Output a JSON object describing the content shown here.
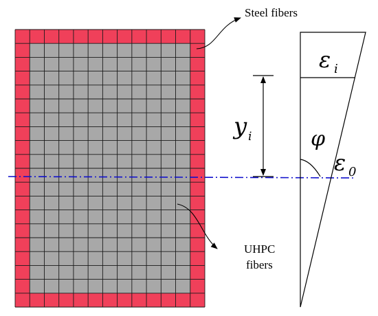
{
  "labels": {
    "steel_fibers": "Steel fibers",
    "uhpc_line1": "UHPC",
    "uhpc_line2": "fibers"
  },
  "symbols": {
    "strain_i": "ε",
    "strain_i_sub": "i",
    "y": "y",
    "y_sub": "i",
    "curvature": "φ",
    "strain_0": "ε",
    "strain_0_sub": "0"
  },
  "grid": {
    "columns": 13,
    "rows": 20
  },
  "colors": {
    "steel_fiber": "#f0405a",
    "uhpc_fiber": "#a8a8a8",
    "grid_line": "#1a1a1a",
    "neutral_axis": "#1010cc",
    "text": "#000000"
  }
}
